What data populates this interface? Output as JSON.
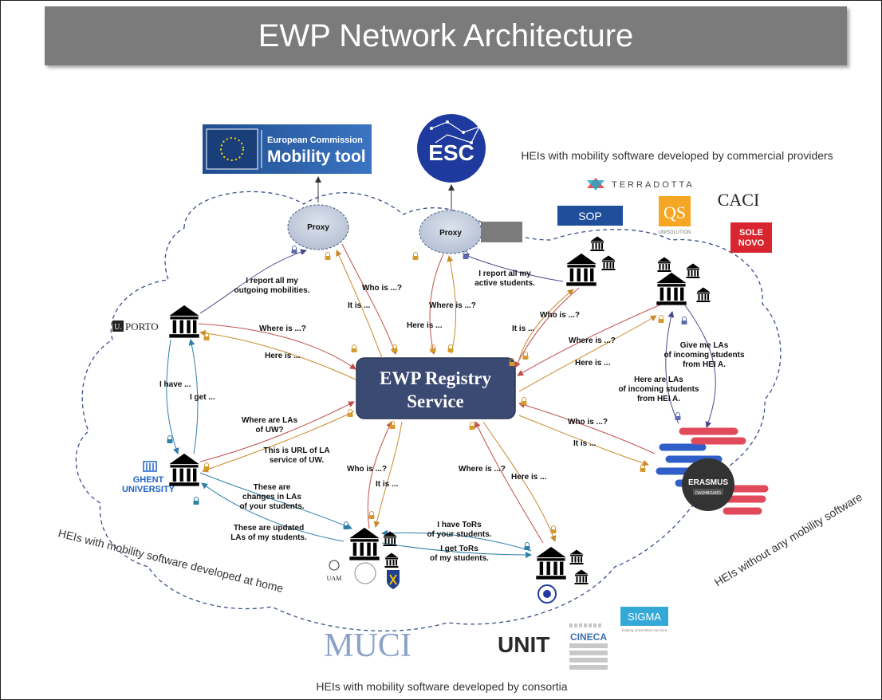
{
  "title": "EWP Network Architecture",
  "registry": {
    "line1": "EWP Registry",
    "line2": "Service"
  },
  "proxy_label": "Proxy",
  "categories": {
    "commercial": "HEIs with mobility software developed by commercial providers",
    "home": "HEIs with mobility software developed at home",
    "none": "HEIs without any mobility  software",
    "consortia": "HEIs with mobility software developed by consortia"
  },
  "logos": {
    "ec_line1": "European Commission",
    "ec_line2": "Mobility tool",
    "esc": "ESC",
    "terradotta": "TERRADOTTA",
    "sop": "SOP",
    "qs": "QS",
    "qs_sub": "UNISOLUTION",
    "caci": "CACI",
    "sole1": "SOLE",
    "sole2": "NOVO",
    "uporto_u": "U.",
    "uporto": "PORTO",
    "ghent1": "GHENT",
    "ghent2": "UNIVERSITY",
    "uam": "UAM",
    "erasmus1": "ERASMUS",
    "erasmus2": "DASHBOARD",
    "muci": "MUCI",
    "unit": "UNIT",
    "cineca": "CINECA",
    "sigma": "SIGMA",
    "sigma_sub": "helping universities succeed"
  },
  "labels": {
    "report_outgoing_1": "I report all my",
    "report_outgoing_2": "outgoing mobilities.",
    "who_is_1": "Who is ...?",
    "it_is_1": "It is ...",
    "report_active_1": "I report all my",
    "report_active_2": "active students.",
    "where_is_1": "Where is ...?",
    "here_is_1": "Here is ...",
    "where_is_porto": "Where is ...?",
    "here_is_porto": "Here is ...",
    "i_have": "I have ...",
    "i_get": "I get ...",
    "who_is_2": "Who is ...?",
    "it_is_2": "It is ...",
    "where_is_2": "Where is ...?",
    "here_is_2": "Here is ...",
    "give_me_1": "Give me LAs",
    "give_me_2": "of incoming students",
    "give_me_3": "from HEI A.",
    "here_are_1": "Here are LAs",
    "here_are_2": "of incoming students",
    "here_are_3": "from HEI A.",
    "who_is_3": "Who is ...?",
    "it_is_3": "It is ...",
    "where_are_1": "Where are LAs",
    "where_are_2": "of UW?",
    "url_1": "This is URL of LA",
    "url_2": "service of UW.",
    "changes_1": "These are",
    "changes_2": "changes in LAs",
    "changes_3": "of your students.",
    "updated_1": "These are updated",
    "updated_2": "LAs of my students.",
    "who_is_4": "Who is ...?",
    "it_is_4": "It is ...",
    "where_is_3": "Where is ...?",
    "here_is_3": "Here is ...",
    "have_tors_1": "I have ToRs",
    "have_tors_2": "of your students.",
    "get_tors_1": "I get ToRs",
    "get_tors_2": "of my students."
  }
}
